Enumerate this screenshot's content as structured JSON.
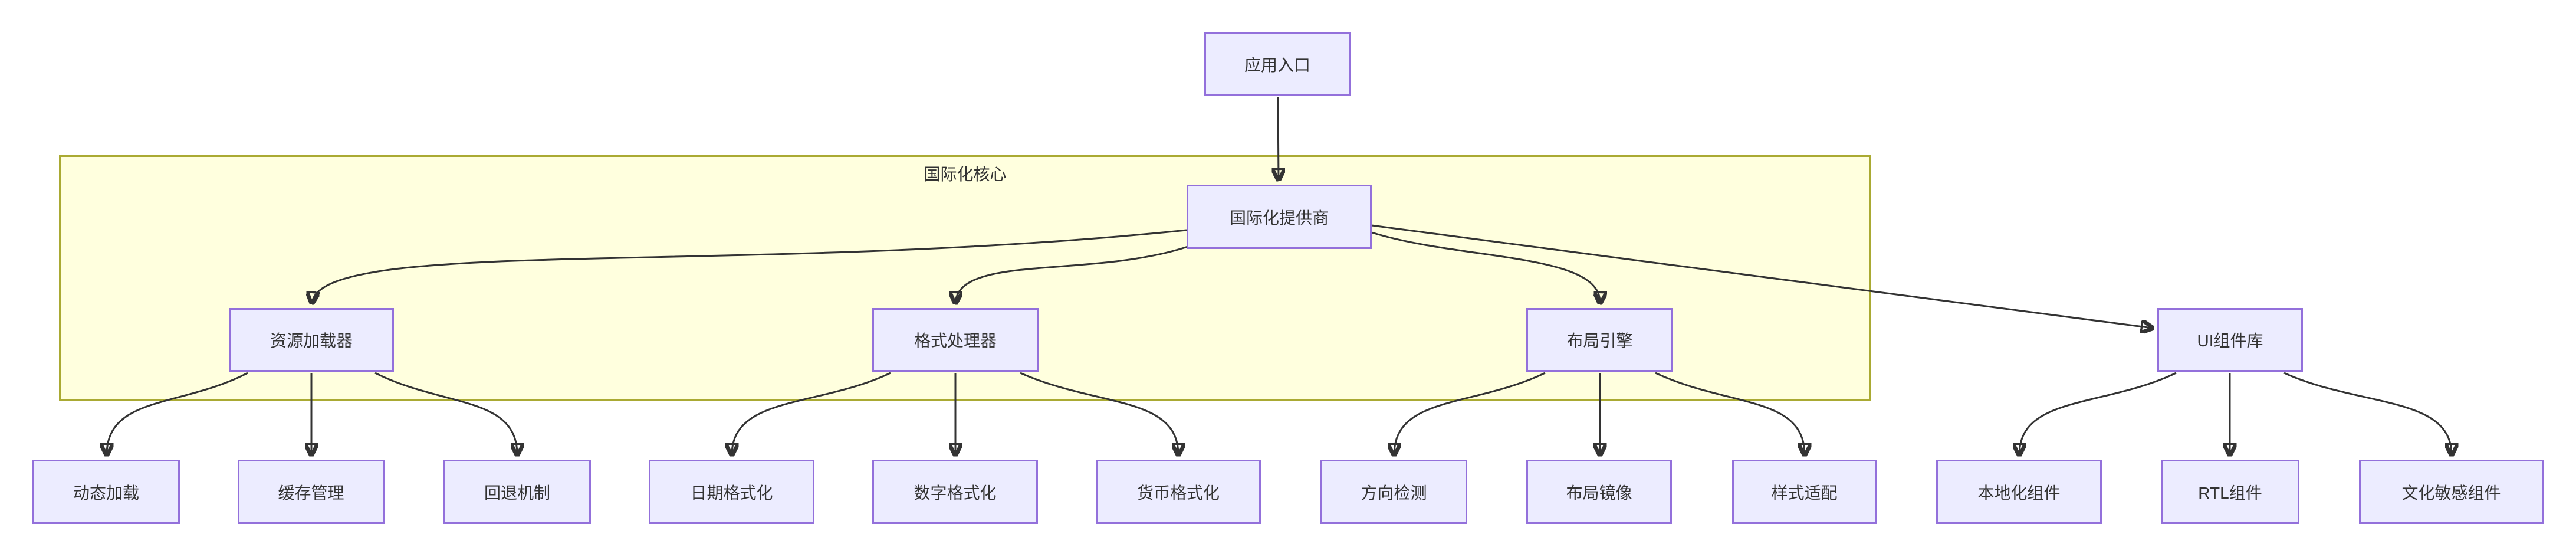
{
  "diagram": {
    "type": "flowchart-top-down",
    "cluster": {
      "label": "国际化核心"
    },
    "nodes": {
      "app_entry": "应用入口",
      "i18n_provider": "国际化提供商",
      "resource_loader": "资源加载器",
      "format_processor": "格式处理器",
      "layout_engine": "布局引擎",
      "ui_library": "UI组件库",
      "dynamic_loading": "动态加载",
      "cache_management": "缓存管理",
      "fallback_mechanism": "回退机制",
      "date_formatting": "日期格式化",
      "number_formatting": "数字格式化",
      "currency_formatting": "货币格式化",
      "direction_detection": "方向检测",
      "layout_mirroring": "布局镜像",
      "style_adaptation": "样式适配",
      "localized_components": "本地化组件",
      "rtl_components": "RTL组件",
      "culture_sensitive_components": "文化敏感组件"
    },
    "edges": [
      {
        "from": "app_entry",
        "to": "i18n_provider"
      },
      {
        "from": "i18n_provider",
        "to": "resource_loader"
      },
      {
        "from": "i18n_provider",
        "to": "format_processor"
      },
      {
        "from": "i18n_provider",
        "to": "layout_engine"
      },
      {
        "from": "i18n_provider",
        "to": "ui_library"
      },
      {
        "from": "resource_loader",
        "to": "dynamic_loading"
      },
      {
        "from": "resource_loader",
        "to": "cache_management"
      },
      {
        "from": "resource_loader",
        "to": "fallback_mechanism"
      },
      {
        "from": "format_processor",
        "to": "date_formatting"
      },
      {
        "from": "format_processor",
        "to": "number_formatting"
      },
      {
        "from": "format_processor",
        "to": "currency_formatting"
      },
      {
        "from": "layout_engine",
        "to": "direction_detection"
      },
      {
        "from": "layout_engine",
        "to": "layout_mirroring"
      },
      {
        "from": "layout_engine",
        "to": "style_adaptation"
      },
      {
        "from": "ui_library",
        "to": "localized_components"
      },
      {
        "from": "ui_library",
        "to": "rtl_components"
      },
      {
        "from": "ui_library",
        "to": "culture_sensitive_components"
      }
    ],
    "colors": {
      "node_fill": "#ECECFF",
      "node_border": "#9370DB",
      "cluster_fill": "#FFFFDE",
      "cluster_border": "#AAAA33",
      "edge": "#333333",
      "text": "#333333"
    }
  }
}
